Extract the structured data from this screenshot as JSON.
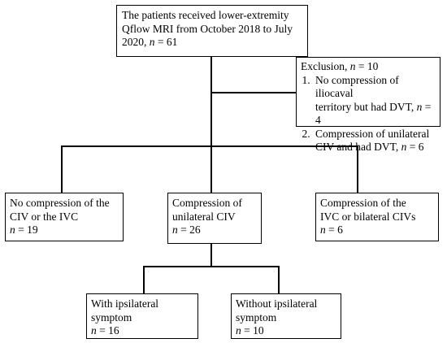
{
  "top": {
    "line1": "The patients received lower-extremity",
    "line2": "Qflow MRI from  October 2018 to July",
    "line3_prefix": "2020, ",
    "n_label": "n",
    "line3_suffix": " = 61"
  },
  "exclusion": {
    "title_prefix": "Exclusion, ",
    "n_label": "n",
    "title_suffix": " = 10",
    "item1_a": "No compression of iliocaval",
    "item1_b": "territory but had DVT, ",
    "item1_suffix": " = 4",
    "item2_a": "Compression of unilateral",
    "item2_b": "CIV and had DVT, ",
    "item2_suffix": " = 6"
  },
  "left": {
    "line1": "No compression of the",
    "line2": "CIV or the IVC",
    "n_label": "n",
    "n_suffix": " = 19"
  },
  "middle": {
    "line1": "Compression of",
    "line2": "unilateral CIV",
    "n_label": "n",
    "n_suffix": " = 26"
  },
  "right": {
    "line1": "Compression of the",
    "line2": "IVC or bilateral CIVs",
    "n_label": "n",
    "n_suffix": " = 6"
  },
  "with": {
    "line1": "With ipsilateral",
    "line2": "symptom",
    "n_label": "n",
    "n_suffix": " = 16"
  },
  "without": {
    "line1": "Without ipsilateral",
    "line2": "symptom",
    "n_label": "n",
    "n_suffix": " = 10"
  }
}
